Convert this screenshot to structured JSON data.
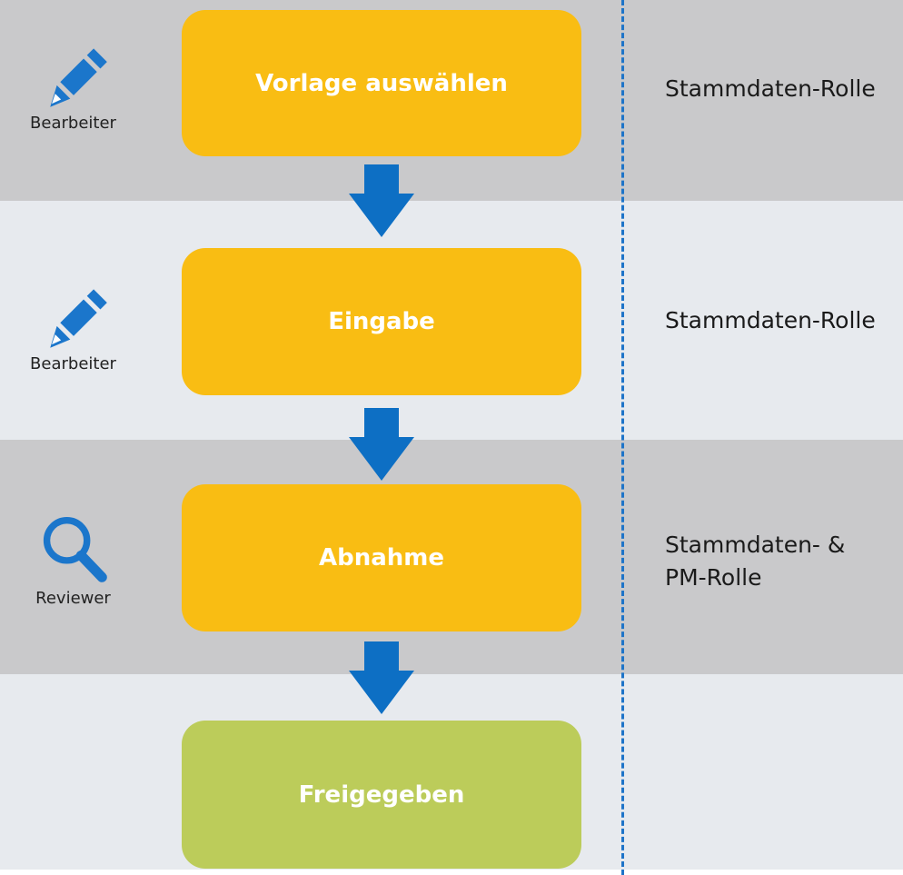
{
  "colors": {
    "band_dark": "#c9c9cb",
    "band_light": "#e7eaee",
    "step_active": "#f9bd13",
    "step_done": "#bccc5a",
    "arrow": "#0d6fc4",
    "icon": "#1b76cb"
  },
  "lanes": [
    {
      "actor": {
        "icon": "pencil-icon",
        "label": "Bearbeiter"
      },
      "step": {
        "label": "Vorlage auswählen",
        "status": "active"
      },
      "role": {
        "line1": "Stammdaten-Rolle",
        "line2": ""
      }
    },
    {
      "actor": {
        "icon": "pencil-icon",
        "label": "Bearbeiter"
      },
      "step": {
        "label": "Eingabe",
        "status": "active"
      },
      "role": {
        "line1": "Stammdaten-Rolle",
        "line2": ""
      }
    },
    {
      "actor": {
        "icon": "magnifier-icon",
        "label": "Reviewer"
      },
      "step": {
        "label": "Abnahme",
        "status": "active"
      },
      "role": {
        "line1": "Stammdaten- &",
        "line2": "PM-Rolle"
      }
    },
    {
      "step": {
        "label": "Freigegeben",
        "status": "done"
      }
    }
  ]
}
